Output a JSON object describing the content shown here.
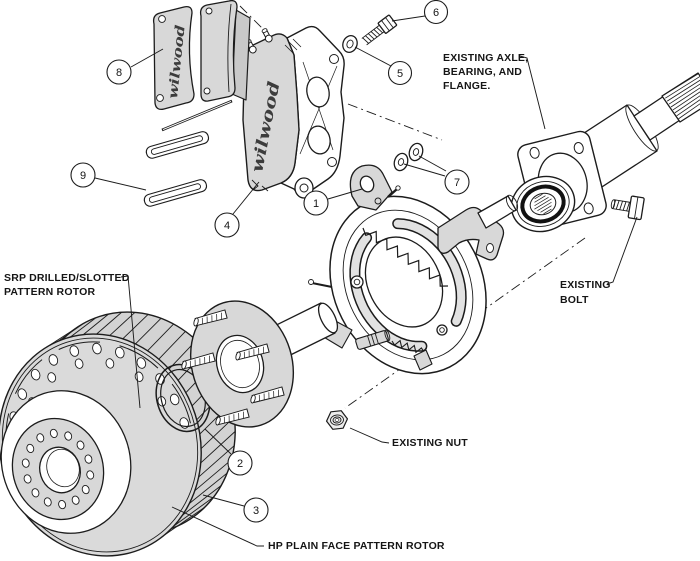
{
  "brand_logo": "wilwood",
  "labels": {
    "srp_rotor": [
      "SRP DRILLED/SLOTTED",
      "PATTERN ROTOR"
    ],
    "existing_axle": [
      "EXISTING AXLE,",
      "BEARING, AND",
      "FLANGE."
    ],
    "existing_bolt": [
      "EXISTING",
      "BOLT"
    ],
    "existing_nut": [
      "EXISTING NUT"
    ],
    "hp_rotor": [
      "HP PLAIN FACE PATTERN ROTOR"
    ]
  },
  "callouts": {
    "c1": {
      "number": "1",
      "target": "parking-brake-backing-plate"
    },
    "c2": {
      "number": "2",
      "target": "o-ring"
    },
    "c3": {
      "number": "3",
      "target": "rotor"
    },
    "c4": {
      "number": "4",
      "target": "caliper"
    },
    "c5": {
      "number": "5",
      "target": "washer"
    },
    "c6": {
      "number": "6",
      "target": "caliper-bolt"
    },
    "c7": {
      "number": "7",
      "target": "shim-washers"
    },
    "c8": {
      "number": "8",
      "target": "brake-pads"
    },
    "c9": {
      "number": "9",
      "target": "pad-retainer-clips"
    }
  },
  "colors": {
    "line": "#1c1c1c",
    "part_fill": "#d8d8d8",
    "background": "#ffffff"
  }
}
